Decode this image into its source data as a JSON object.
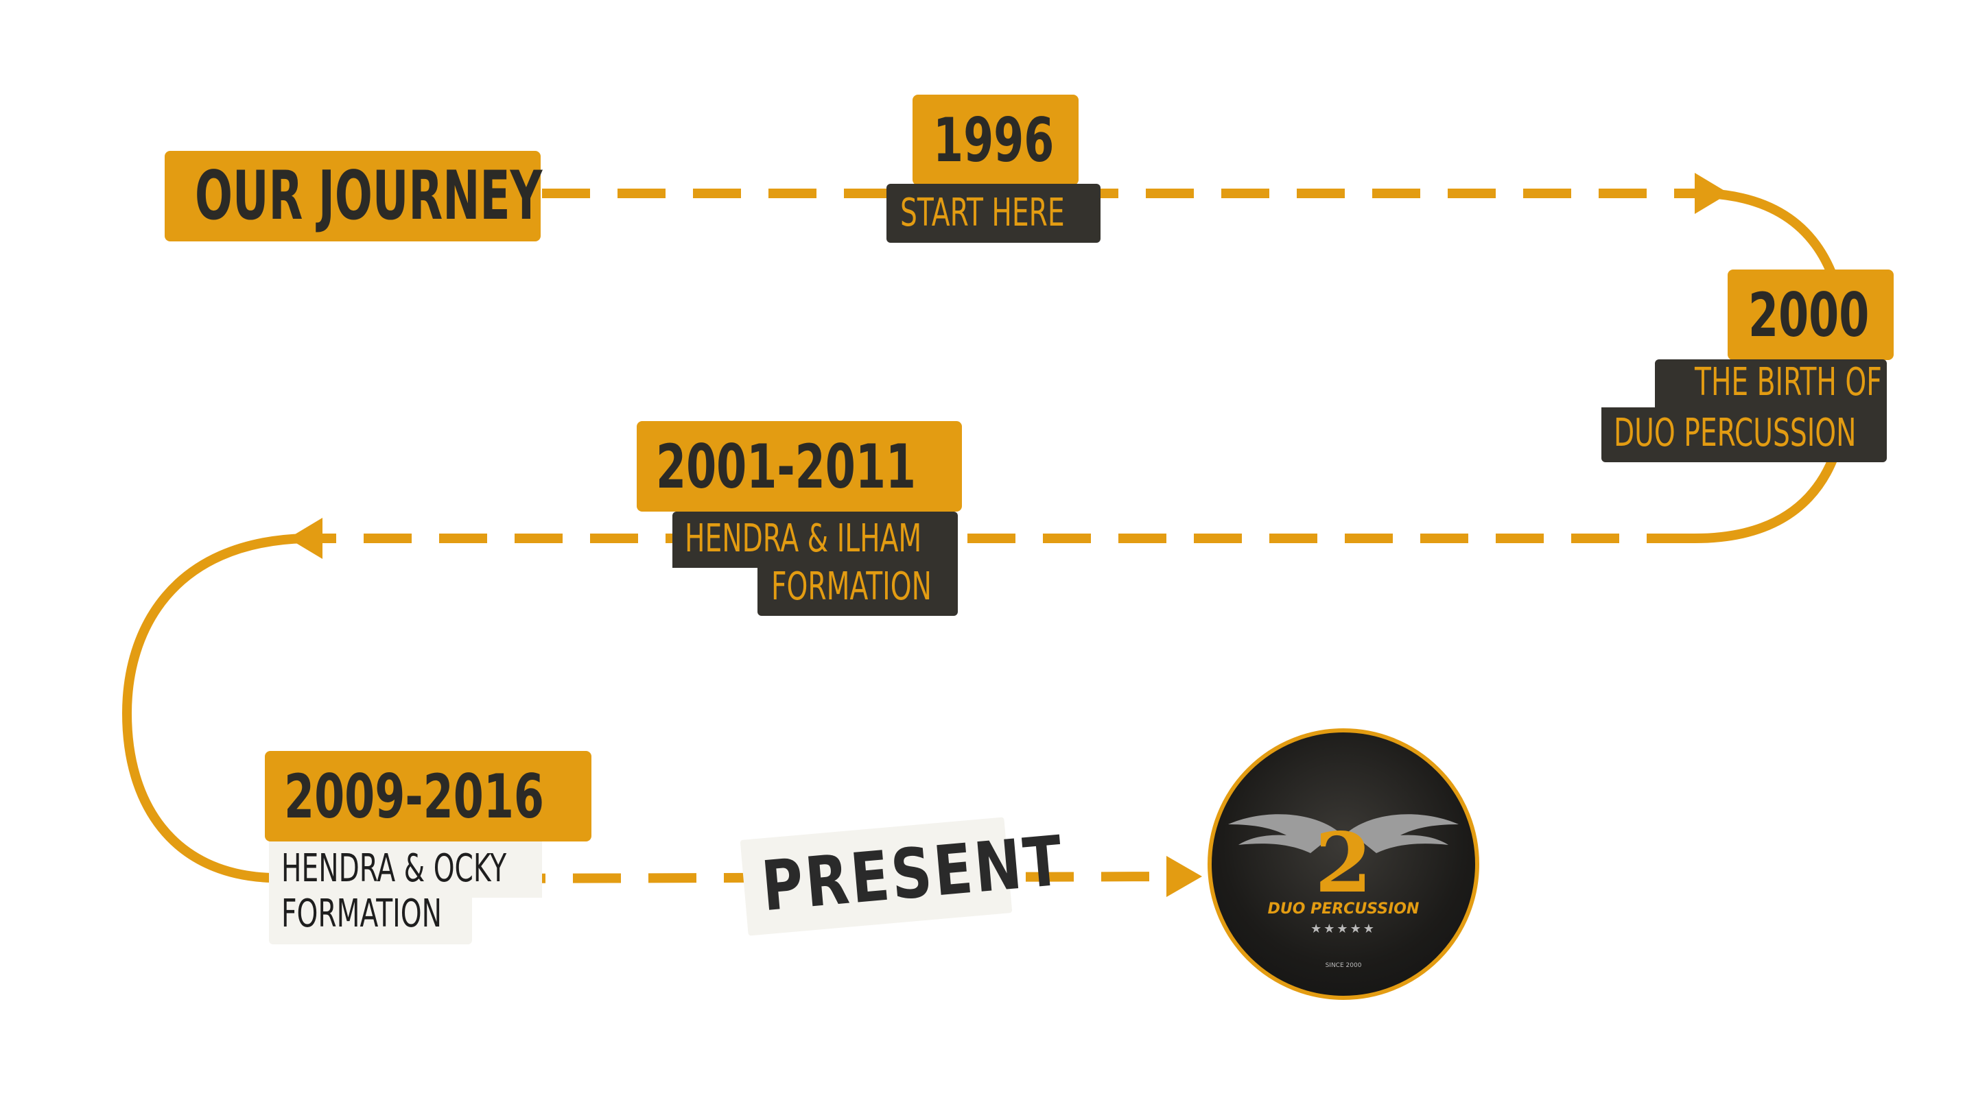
{
  "title": "OUR JOURNEY",
  "milestones": [
    {
      "year": "1996",
      "caption": [
        "START HERE"
      ]
    },
    {
      "year": "2000",
      "caption": [
        "THE BIRTH OF",
        "DUO PERCUSSION"
      ]
    },
    {
      "year": "2001-2011",
      "caption": [
        "HENDRA & ILHAM",
        "FORMATION"
      ]
    },
    {
      "year": "2009-2016",
      "caption": [
        "HENDRA & OCKY",
        "FORMATION"
      ]
    }
  ],
  "present_label": "PRESENT",
  "logo": {
    "number": "2",
    "name": "DUO PERCUSSION",
    "stars": "★★★★★",
    "since": "SINCE 2000"
  },
  "colors": {
    "accent": "#E39C12",
    "dark": "#34322d",
    "light": "#f4f3ee",
    "text": "#2b2a26"
  }
}
